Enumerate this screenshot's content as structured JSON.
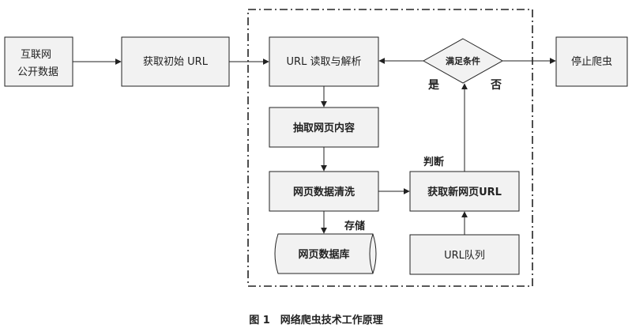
{
  "nodes": {
    "internet_line1": "互联网",
    "internet_line2": "公开数据",
    "get_initial_url": "获取初始 URL",
    "url_read_parse": "URL 读取与解析",
    "condition": "满足条件",
    "stop_crawler": "停止爬虫",
    "extract_content": "抽取网页内容",
    "clean_data": "网页数据清洗",
    "get_new_url": "获取新网页URL",
    "database": "网页数据库",
    "url_queue": "URL队列"
  },
  "edge_labels": {
    "yes": "是",
    "no": "否",
    "judge": "判断",
    "store": "存储"
  },
  "caption": "图 1　网络爬虫技术工作原理",
  "colors": {
    "stroke": "#222222",
    "box_fill": "#f2f2f2",
    "dashed_frame": "#222222"
  }
}
